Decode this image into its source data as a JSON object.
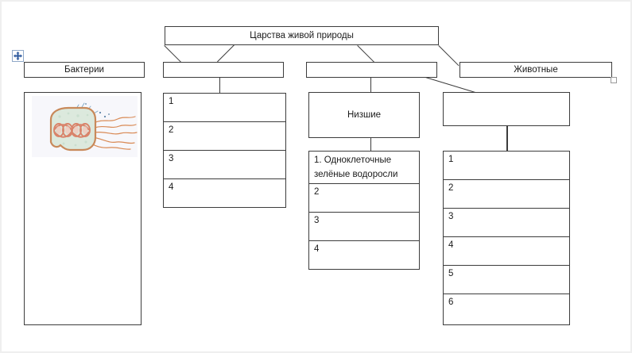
{
  "document": {
    "title": "Царства живой природы",
    "app": "word-document-table",
    "background_color": "#ffffff",
    "border_color": "#3c3c3c",
    "text_color": "#1a1a1a"
  },
  "handles": {
    "move_handle_icon": "move-four-arrows-icon",
    "move_handle_color": "#2f5a9e",
    "resize_handle_icon": "resize-handle-icon",
    "resize_handle_color": "#9a9a9a"
  },
  "diagram": {
    "root": {
      "label": "Царства живой природы"
    },
    "columns": [
      {
        "id": "bacteria",
        "header": "Бактерии",
        "image": {
          "name": "bacterium-illustration",
          "alt": "Бактерия с жгутиками",
          "colors": {
            "cell_wall": "#c8895a",
            "cytoplasm": "#dce9dd",
            "nucleoid": "#d9836a",
            "flagella": "#d98a55",
            "pili": "#7fa8c4",
            "backdrop": "#f7f7fb"
          }
        },
        "rows": []
      },
      {
        "id": "plants-unnamed",
        "header": "",
        "rows": [
          {
            "label": "1"
          },
          {
            "label": "2"
          },
          {
            "label": "3"
          },
          {
            "label": "4"
          }
        ]
      },
      {
        "id": "lower-group",
        "header": "",
        "subheader": "Низшие",
        "rows": [
          {
            "label": "1. Одноклеточные зелёные водоросли",
            "multiline": true
          },
          {
            "label": "2"
          },
          {
            "label": "3"
          },
          {
            "label": "4"
          }
        ]
      },
      {
        "id": "animals",
        "header": "Животные",
        "subheader": "",
        "rows": [
          {
            "label": "1"
          },
          {
            "label": "2"
          },
          {
            "label": "3"
          },
          {
            "label": "4"
          },
          {
            "label": "5"
          },
          {
            "label": "6"
          }
        ]
      }
    ]
  }
}
